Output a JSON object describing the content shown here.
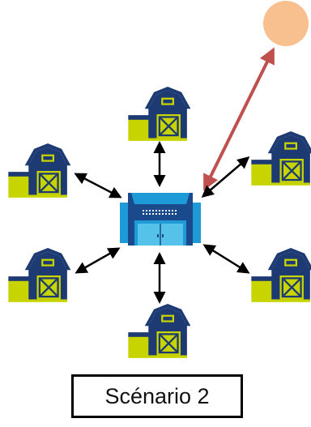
{
  "caption": "Scénario 2",
  "colors": {
    "barn_roof": "#1d3a73",
    "barn_wall": "#1d3a73",
    "barn_accent": "#c8d400",
    "hub_body": "#1e9bd7",
    "hub_dark": "#1a4a8c",
    "external_node": "#f8bf8f",
    "link_external": "#c0504d",
    "link_internal": "#000000"
  },
  "nodes": [
    {
      "id": "barn-top",
      "kind": "barn"
    },
    {
      "id": "barn-top-right",
      "kind": "barn"
    },
    {
      "id": "barn-bottom-right",
      "kind": "barn"
    },
    {
      "id": "barn-bottom",
      "kind": "barn"
    },
    {
      "id": "barn-bottom-left",
      "kind": "barn"
    },
    {
      "id": "barn-top-left",
      "kind": "barn"
    },
    {
      "id": "hub",
      "kind": "processing-center"
    },
    {
      "id": "external",
      "kind": "circle"
    }
  ]
}
